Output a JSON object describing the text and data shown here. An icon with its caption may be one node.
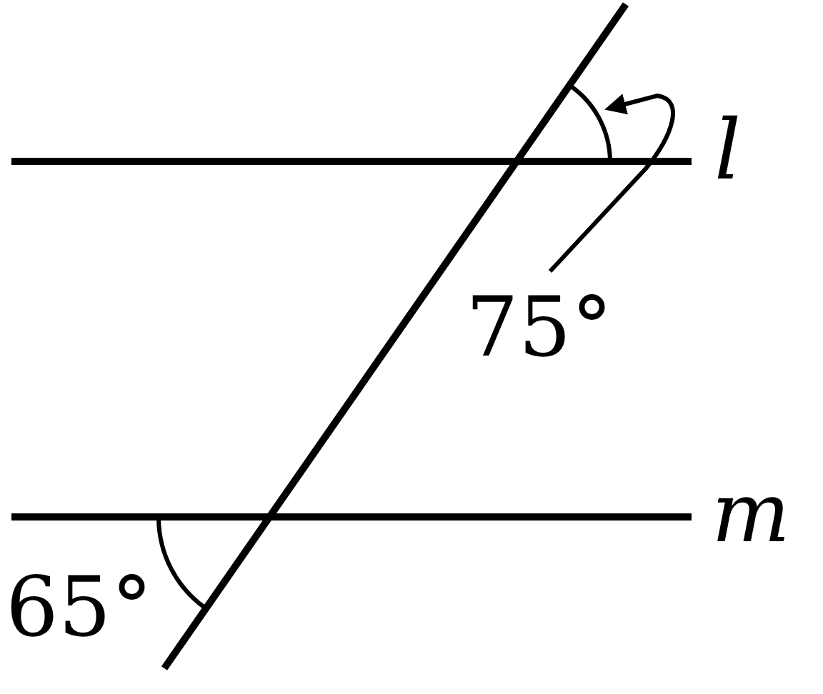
{
  "diagram": {
    "nodes": [
      {
        "text": [
          "75°"
        ]
      },
      {
        "text": [],
        "shape": "arc"
      }
    ],
    "edges": [
      {
        "from": 0,
        "to": 1,
        "arrow": "to"
      }
    ],
    "labels": [
      "l",
      "m",
      "65°"
    ]
  }
}
